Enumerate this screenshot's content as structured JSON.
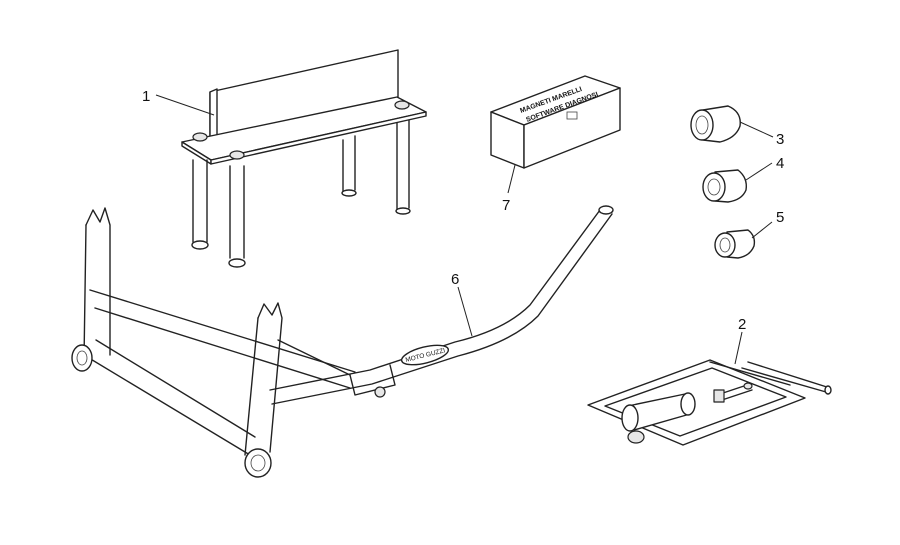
{
  "callouts": {
    "c1": "1",
    "c2": "2",
    "c3": "3",
    "c4": "4",
    "c5": "5",
    "c6": "6",
    "c7": "7"
  },
  "box_label": {
    "line1": "MAGNETI MARELLI",
    "line2": "SOFTWARE DIAGNOSI"
  },
  "stand_brand": "MOTO GUZZI",
  "colors": {
    "line": "#222222",
    "background": "#ffffff"
  }
}
